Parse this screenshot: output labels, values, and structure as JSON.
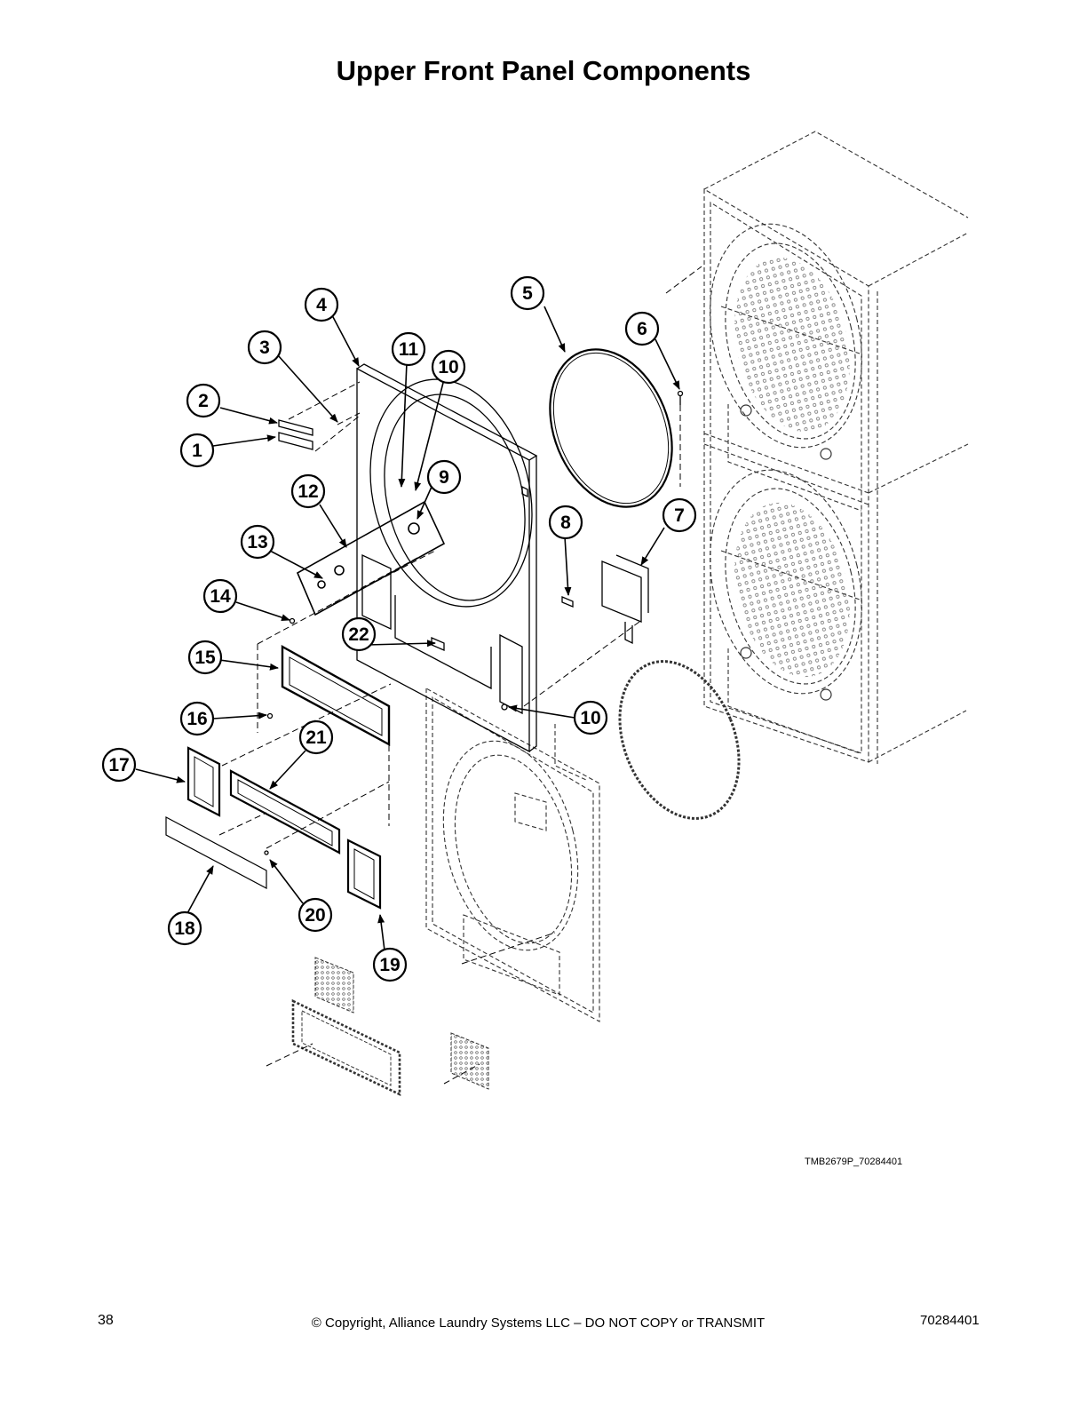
{
  "title": "Upper Front Panel Components",
  "figure_code": "TMB2679P_70284401",
  "footer": {
    "page_number": "38",
    "copyright": "© Copyright, Alliance Laundry Systems LLC – DO NOT COPY or TRANSMIT",
    "document_number": "70284401"
  },
  "callouts": [
    "1",
    "2",
    "3",
    "4",
    "5",
    "6",
    "7",
    "8",
    "9",
    "10",
    "11",
    "12",
    "13",
    "14",
    "15",
    "16",
    "17",
    "18",
    "19",
    "20",
    "21",
    "22",
    "10"
  ]
}
